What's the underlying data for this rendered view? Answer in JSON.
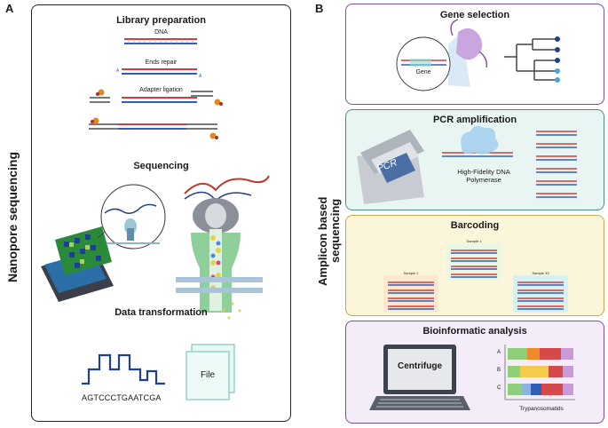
{
  "panel_a": {
    "letter": "A",
    "side_title": "Nanopore sequencing",
    "library_title": "Library preparation",
    "dna_label": "DNA",
    "ends_repair_label": "Ends repair",
    "adapter_label": "Adapter ligation",
    "sequencing_title": "Sequencing",
    "data_title": "Data transformation",
    "sequence": "AGTCCCTGAATCGA",
    "file_label": "File"
  },
  "panel_b": {
    "letter": "B",
    "side_title_line1": "Amplicon based",
    "side_title_line2": "sequencing",
    "gene_selection": {
      "title": "Gene selection",
      "gene_label": "Gene"
    },
    "pcr": {
      "title": "PCR amplification",
      "machine_label": "PCR",
      "polymerase_line1": "High-Fidelity DNA",
      "polymerase_line2": "Polymerase"
    },
    "barcoding": {
      "title": "Barcoding",
      "sample1": "Sample 1",
      "sample2": "Sample 2",
      "sample3": "Sample 33"
    },
    "bioinformatic": {
      "title": "Bioinformatic analysis",
      "screen_label": "Centrifuge",
      "rows": [
        "A",
        "B",
        "C"
      ],
      "xlabel": "Trypanosomatids"
    }
  },
  "colors": {
    "purple_box": "#7b4fa0",
    "teal_box": "#4a8d86",
    "yellow_box": "#c2a94a",
    "dna_red": "#d93b3b",
    "dna_blue": "#2f5fb3",
    "trace": "#1f3f8f"
  }
}
